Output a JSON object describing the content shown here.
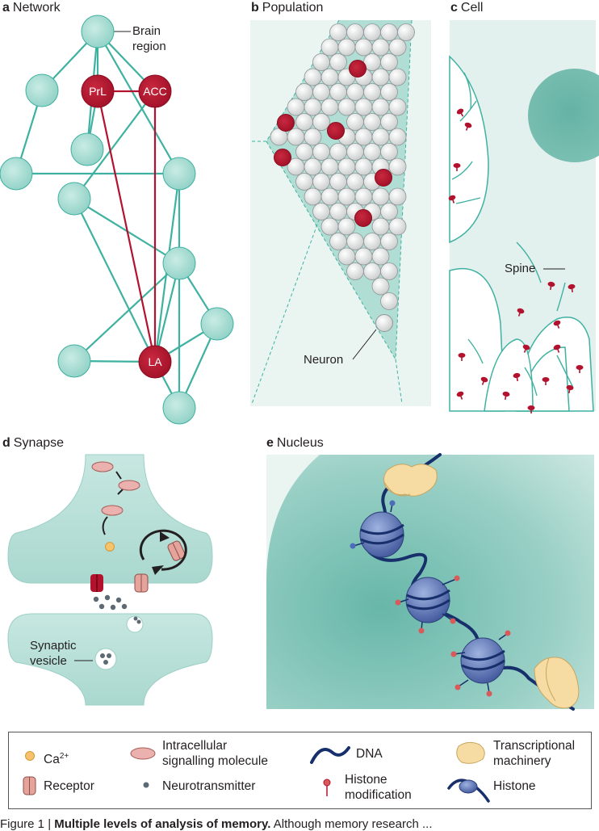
{
  "panels": {
    "a": {
      "letter": "a",
      "title": "Network"
    },
    "b": {
      "letter": "b",
      "title": "Population"
    },
    "c": {
      "letter": "c",
      "title": "Cell"
    },
    "d": {
      "letter": "d",
      "title": "Synapse"
    },
    "e": {
      "letter": "e",
      "title": "Nucleus"
    }
  },
  "network": {
    "brain_region_line1": "Brain",
    "brain_region_line2": "region",
    "nodes": {
      "prl": "PrL",
      "acc": "ACC",
      "la": "LA"
    }
  },
  "population": {
    "neuron_label": "Neuron"
  },
  "cell": {
    "spine_label": "Spine"
  },
  "synapse": {
    "vesicle_line1": "Synaptic",
    "vesicle_line2": "vesicle"
  },
  "legend": {
    "ca": "Ca",
    "ca_sup": "2+",
    "intracellular_line1": "Intracellular",
    "intracellular_line2": "signalling molecule",
    "dna": "DNA",
    "transcriptional_line1": "Transcriptional",
    "transcriptional_line2": "machinery",
    "receptor": "Receptor",
    "neurotransmitter": "Neurotransmitter",
    "histone_mod_line1": "Histone",
    "histone_mod_line2": "modification",
    "histone": "Histone"
  },
  "caption": {
    "prefix": "Figure 1 |",
    "bold": "Multiple levels of analysis of memory.",
    "rest": " Although memory research ..."
  },
  "colors": {
    "teal_node": "#9dd6cc",
    "teal_edge": "#3eb1a1",
    "red_node": "#b3122e",
    "panel_bg": "#dceeea",
    "dna": "#17306b",
    "histone": "#5a73b5",
    "machinery": "#f6dca2"
  }
}
